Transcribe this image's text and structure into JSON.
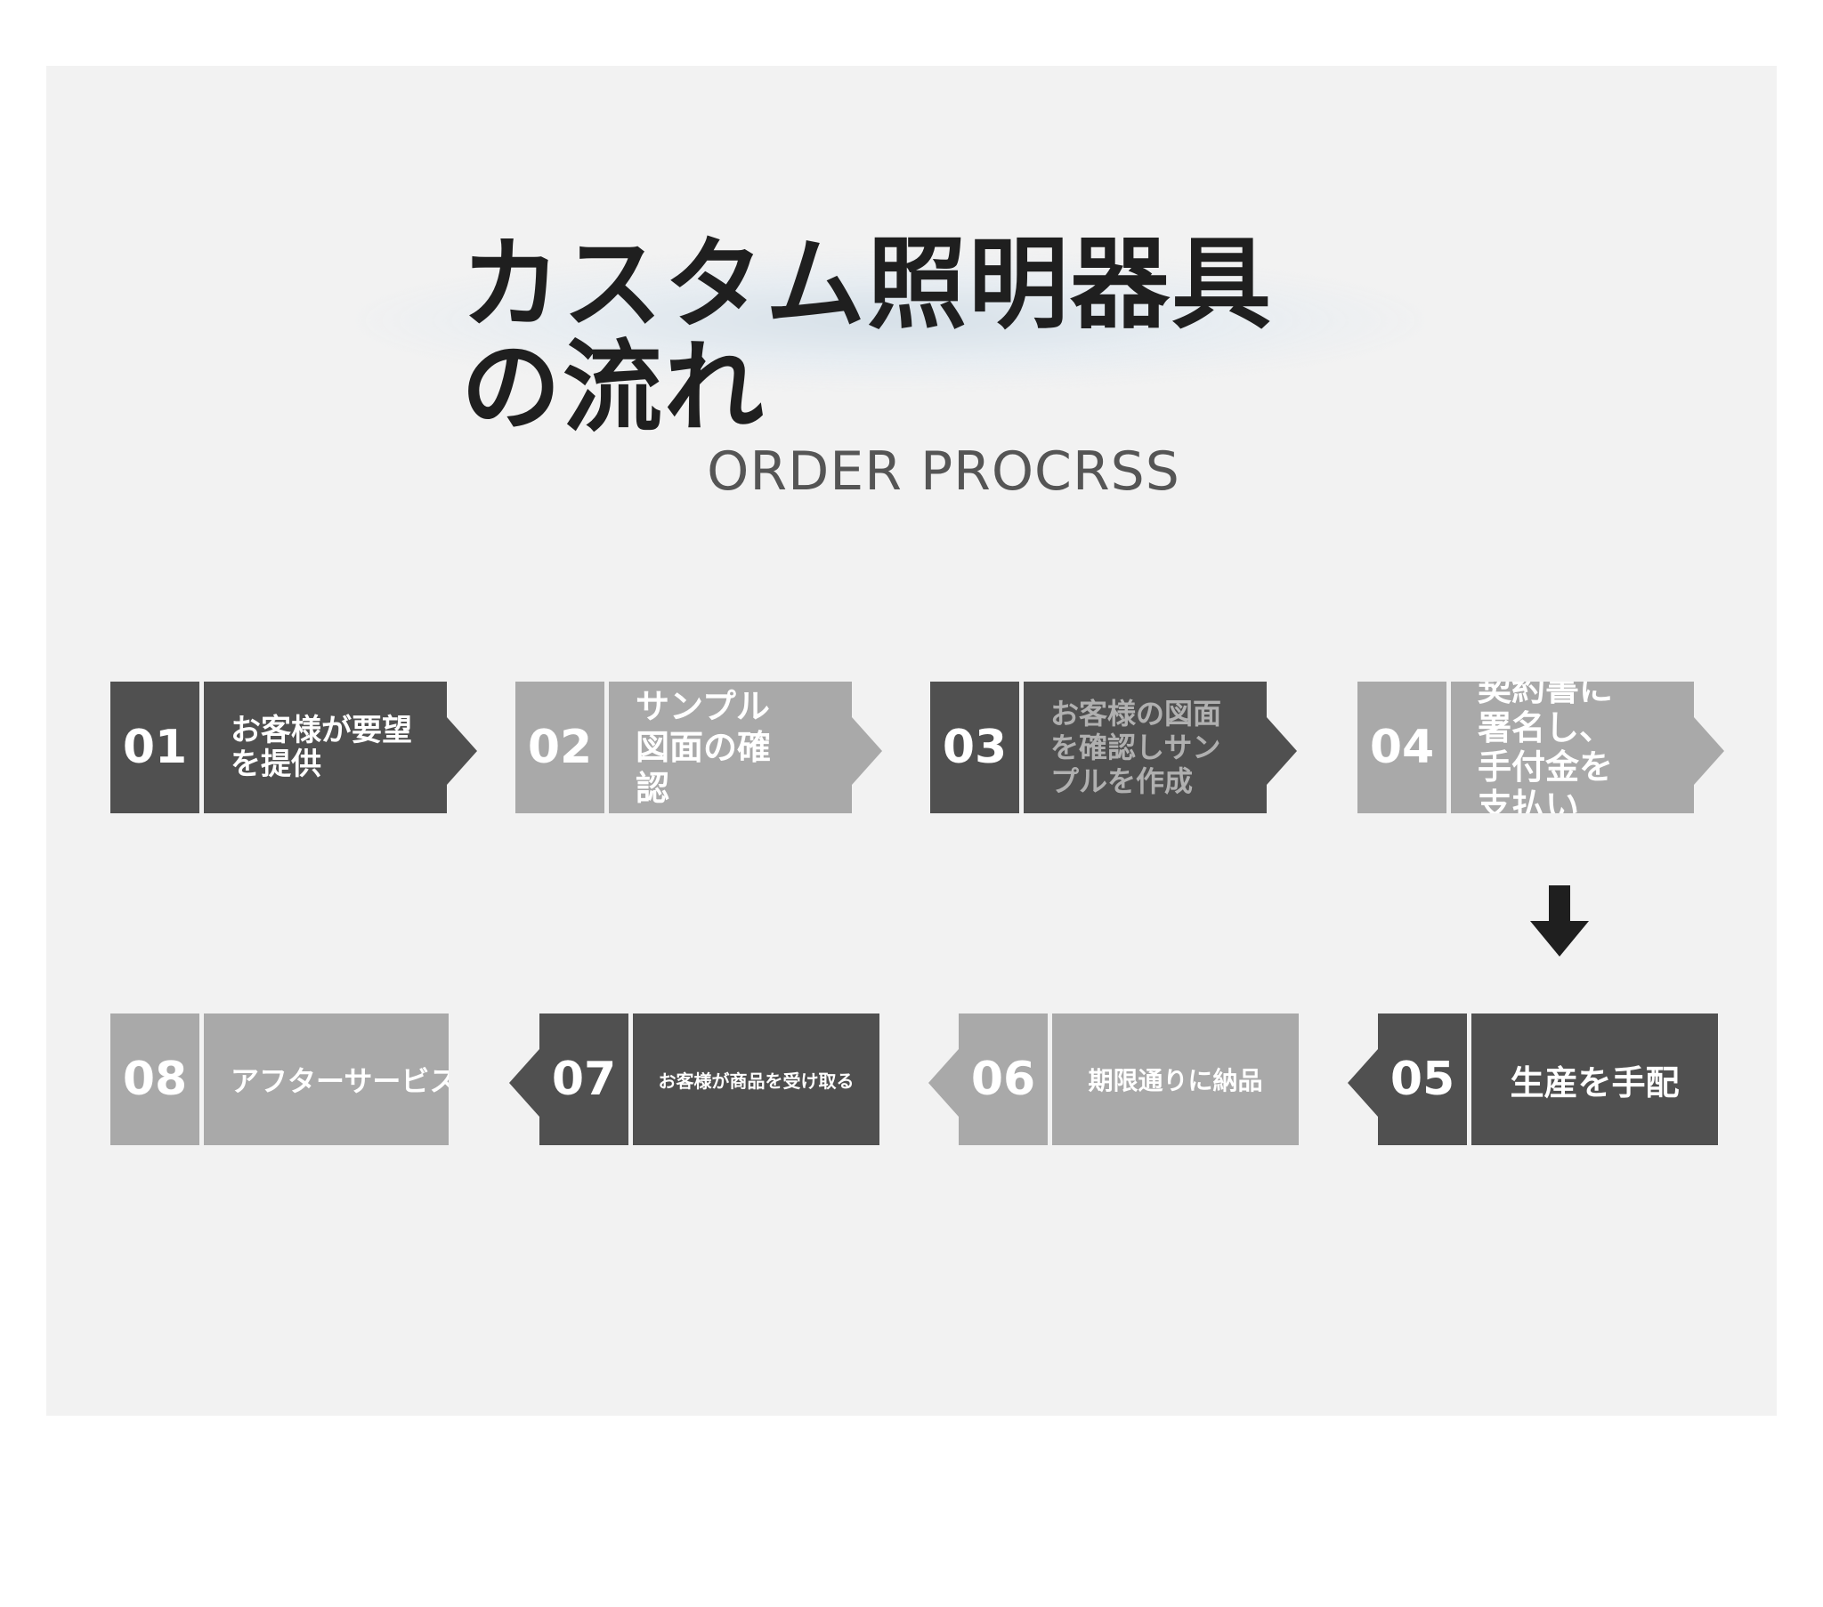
{
  "title": "カスタム照明器具の流れ",
  "subtitle": "ORDER PROCRSS",
  "steps_row1": [
    {
      "num": "01",
      "label": "お客様が要望を提供",
      "tone": "dark"
    },
    {
      "num": "02",
      "label": "サンプル図面の確認",
      "tone": "light"
    },
    {
      "num": "03",
      "label": "お客様の図面を確認しサンプルを作成",
      "tone": "dark"
    },
    {
      "num": "04",
      "label": "契約書に署名し、手付金を支払い",
      "tone": "light"
    }
  ],
  "steps_row2": [
    {
      "num": "08",
      "label": "アフターサービス",
      "tone": "light"
    },
    {
      "num": "07",
      "label": "お客様が商品を受け取る",
      "tone": "dark"
    },
    {
      "num": "06",
      "label": "期限通りに納品",
      "tone": "light"
    },
    {
      "num": "05",
      "label": "生産を手配",
      "tone": "dark"
    }
  ],
  "colors": {
    "dark": "#505050",
    "light": "#a9a9a9",
    "background": "#f2f2f2"
  },
  "icons": {
    "flow_arrow": "arrow-down-icon"
  }
}
